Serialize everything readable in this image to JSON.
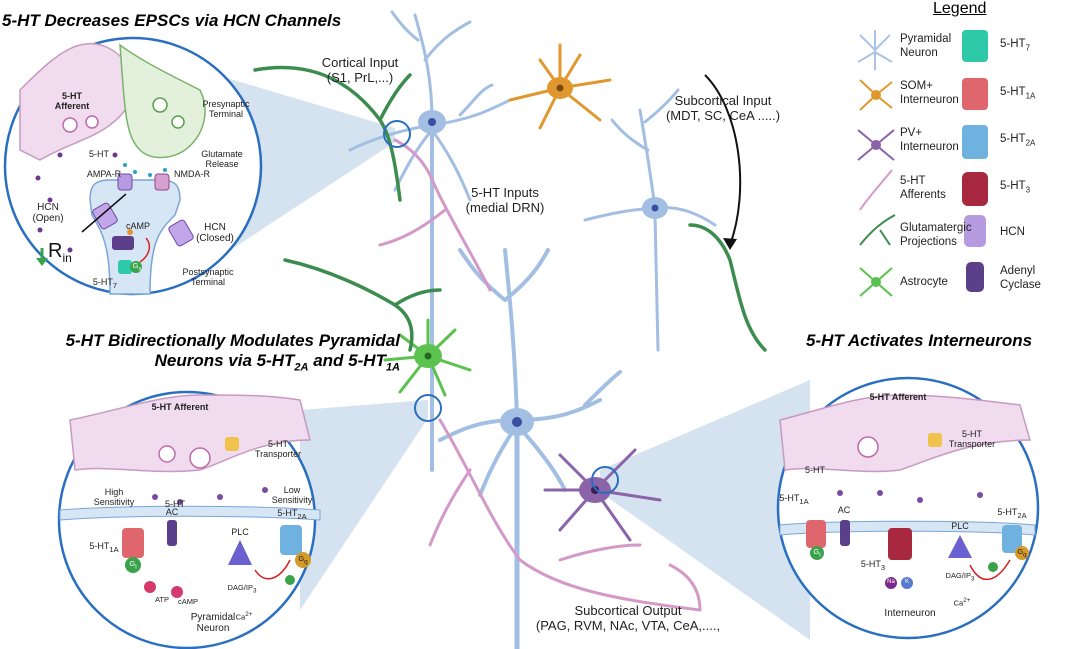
{
  "titles": {
    "top_left": "5-HT Decreases EPSCs via HCN Channels",
    "mid_left_line1": "5-HT Bidirectionally Modulates Pyramidal",
    "mid_left_line2_pre": "Neurons via 5-HT",
    "mid_left_sub1": "2A",
    "mid_left_and": " and 5-HT",
    "mid_left_sub2": "1A",
    "right": "5-HT Activates Interneurons"
  },
  "center_labels": {
    "cortical_input_1": "Cortical Input",
    "cortical_input_2": "(S1, PrL,...)",
    "subcortical_input_1": "Subcortical Input",
    "subcortical_input_2": "(MDT, SC, CeA .....)",
    "ht_inputs_1": "5-HT Inputs",
    "ht_inputs_2": "(medial DRN)",
    "subcortical_output_1": "Subcortical Output",
    "subcortical_output_2": "(PAG, RVM, NAc, VTA, CeA,....,"
  },
  "inset_top": {
    "afferent_1": "5-HT",
    "afferent_2": "Afferent",
    "presynaptic_1": "Presynaptic",
    "presynaptic_2": "Terminal",
    "ht": "5-HT",
    "glutamate_1": "Glutamate",
    "glutamate_2": "Release",
    "ampa": "AMPA-R",
    "nmda": "NMDA-R",
    "hcn_open_1": "HCN",
    "hcn_open_2": "(Open)",
    "hcn_closed_1": "HCN",
    "hcn_closed_2": "(Closed)",
    "camp": "cAMP",
    "rin": "R",
    "rin_sub": "in",
    "gs": "G",
    "gs_sub": "s",
    "ht7": "5-HT",
    "ht7_sub": "7",
    "postsynaptic_1": "Postsynaptic",
    "postsynaptic_2": "Terminal"
  },
  "inset_left": {
    "afferent": "5-HT Afferent",
    "transporter_1": "5-HT",
    "transporter_2": "Transporter",
    "ht": "5-HT",
    "high_1": "High",
    "high_2": "Sensitivity",
    "low_1": "Low",
    "low_2": "Sensitivity",
    "ht2a": "5-HT",
    "ht2a_sub": "2A",
    "ht1a": "5-HT",
    "ht1a_sub": "1A",
    "ac": "AC",
    "plc": "PLC",
    "gi": "G",
    "gi_sub": "i",
    "gq": "G",
    "gq_sub": "q",
    "atp": "ATP",
    "camp": "cAMP",
    "dag": "DAG/IP",
    "dag_sub": "3",
    "ca": "Ca",
    "ca_sup": "2+",
    "pyramidal_1": "Pyramidal",
    "pyramidal_2": "Neuron"
  },
  "inset_right": {
    "afferent": "5-HT Afferent",
    "transporter_1": "5-HT",
    "transporter_2": "Transporter",
    "ht": "5-HT",
    "ht1a": "5-HT",
    "ht1a_sub": "1A",
    "ac": "AC",
    "ht2a": "5-HT",
    "ht2a_sub": "2A",
    "gi": "G",
    "gi_sub": "i",
    "gq": "G",
    "gq_sub": "q",
    "plc": "PLC",
    "ht3": "5-HT",
    "ht3_sub": "3",
    "dag": "DAG/IP",
    "dag_sub": "3",
    "ca": "Ca",
    "ca_sup": "2+",
    "na": "Na",
    "k": "K",
    "interneuron": "Interneuron"
  },
  "legend": {
    "title": "Legend",
    "items_left": [
      {
        "label": "Pyramidal Neuron",
        "l1": "Pyramidal",
        "l2": "Neuron",
        "icon": "pyramidal-neuron-icon",
        "color": "#a9c4e6"
      },
      {
        "label": "SOM+ Interneuron",
        "l1": "SOM+",
        "l2": "Interneuron",
        "icon": "som-interneuron-icon",
        "color": "#e0982e"
      },
      {
        "label": "PV+ Interneuron",
        "l1": "PV+",
        "l2": "Interneuron",
        "icon": "pv-interneuron-icon",
        "color": "#8a63a8"
      },
      {
        "label": "5-HT Afferents",
        "l1": "5-HT",
        "l2": "Afferents",
        "icon": "ht-afferents-icon",
        "color": "#d39ac9"
      },
      {
        "label": "Glutamatergic Projections",
        "l1": "Glutamatergic",
        "l2": "Projections",
        "icon": "glutamatergic-projection-icon",
        "color": "#3d8c4f"
      },
      {
        "label": "Astrocyte",
        "l1": "Astrocyte",
        "l2": "",
        "icon": "astrocyte-icon",
        "color": "#5cc24f"
      }
    ],
    "items_right": [
      {
        "l1": "5-HT",
        "sub": "7",
        "icon": "receptor-5ht7-icon",
        "color": "#2ec9a9"
      },
      {
        "l1": "5-HT",
        "sub": "1A",
        "icon": "receptor-5ht1a-icon",
        "color": "#e0666d"
      },
      {
        "l1": "5-HT",
        "sub": "2A",
        "icon": "receptor-5ht2a-icon",
        "color": "#6fb2e0"
      },
      {
        "l1": "5-HT",
        "sub": "3",
        "icon": "receptor-5ht3-icon",
        "color": "#a8283f"
      },
      {
        "l1": "HCN",
        "sub": "",
        "icon": "hcn-channel-icon",
        "color": "#b79be0"
      },
      {
        "l1": "Adenyl",
        "l2": "Cyclase",
        "sub": "",
        "icon": "adenyl-cyclase-icon",
        "color": "#5b3f8a"
      }
    ]
  }
}
